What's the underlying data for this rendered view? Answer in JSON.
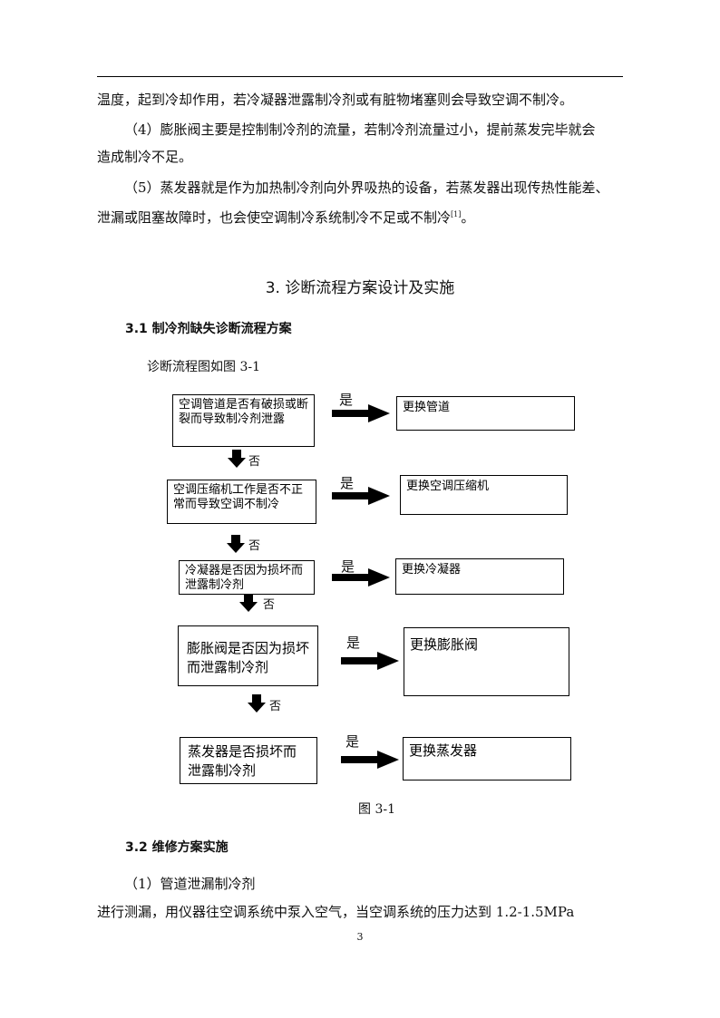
{
  "paragraphs": {
    "p1": "温度，起到冷却作用，若冷凝器泄露制冷剂或有脏物堵塞则会导致空调不制冷。",
    "p2_line1": "（4）膨胀阀主要是控制制冷剂的流量，若制冷剂流量过小，提前蒸发完毕就会",
    "p2_line2": "造成制冷不足。",
    "p3_line1": "（5）蒸发器就是作为加热制冷剂向外界吸热的设备，若蒸发器出现传热性能差、",
    "p3_line2": "泄漏或阻塞故障时，也会使空调制冷系统制冷不足或不制冷",
    "p3_ref": "[1]",
    "p3_end": "。"
  },
  "section_title": "3.  诊断流程方案设计及实施",
  "sub1_title": "3.1  制冷剂缺失诊断流程方案",
  "flow_intro": "诊断流程图如图 3-1",
  "flowchart": {
    "yes_label": "是",
    "no_label": "否",
    "steps": [
      {
        "condition": "空调管道是否有破损或断裂而导致制冷剂泄露",
        "action": "更换管道"
      },
      {
        "condition": "空调压缩机工作是否不正常而导致空调不制冷",
        "action": "更换空调压缩机"
      },
      {
        "condition": "冷凝器是否因为损坏而泄露制冷剂",
        "action": "更换冷凝器"
      },
      {
        "condition": "膨胀阀是否因为损坏而泄露制冷剂",
        "action": "更换膨胀阀"
      },
      {
        "condition": "蒸发器是否损坏而泄露制冷剂",
        "action": "更换蒸发器"
      }
    ]
  },
  "figure_caption": "图 3-1",
  "sub2_title": "3.2  维修方案实施",
  "item1": "（1）管道泄漏制冷剂",
  "last_line": "进行测漏，用仪器往空调系统中泵入空气，当空调系统的压力达到 1.2-1.5MPa",
  "page_number": "3"
}
